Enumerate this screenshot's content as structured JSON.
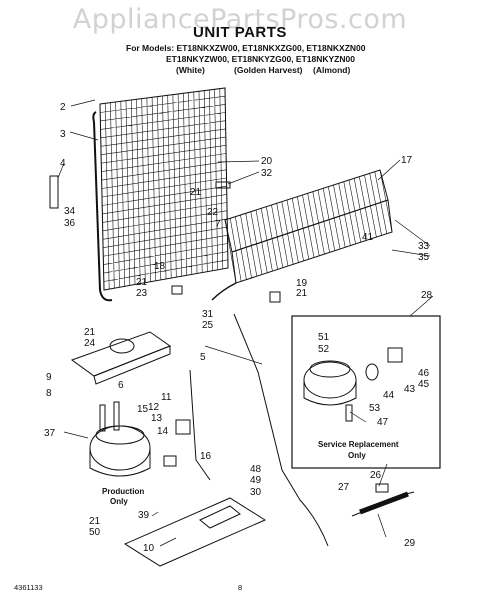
{
  "watermark": "AppliancePartsPros.com",
  "title": "UNIT PARTS",
  "models": {
    "line1": "For Models: ET18NKXZW00, ET18NKXZG00, ET18NKXZN00",
    "line2": "ET18NKYZW00, ET18NKYZG00, ET18NKYZN00",
    "color_white": "(White)",
    "color_golden": "(Golden Harvest)",
    "color_almond": "(Almond)"
  },
  "captions": {
    "service_replacement_line1": "Service Replacement",
    "service_replacement_line2": "Only",
    "production_line1": "Production",
    "production_line2": "Only"
  },
  "footer": {
    "code": "4361133",
    "page": "8"
  },
  "callouts": {
    "c2": "2",
    "c3": "3",
    "c4": "4",
    "c34": "34",
    "c36": "36",
    "c20": "20",
    "c32": "32",
    "c21a": "21",
    "c17": "17",
    "c22": "22",
    "c7": "7",
    "c41": "41",
    "c33": "33",
    "c35": "35",
    "c18": "18",
    "c21b": "21",
    "c23": "23",
    "c19": "19",
    "c21c": "21",
    "c28": "28",
    "c31": "31",
    "c25": "25",
    "c21d": "21",
    "c24": "24",
    "c9": "9",
    "c8": "8",
    "c51": "51",
    "c52": "52",
    "c46": "46",
    "c45": "45",
    "c43": "43",
    "c44": "44",
    "c53": "53",
    "c47": "47",
    "c5": "5",
    "c6": "6",
    "c11": "11",
    "c12": "12",
    "c13": "13",
    "c15": "15",
    "c14": "14",
    "c37": "37",
    "c16": "16",
    "c26": "26",
    "c27": "27",
    "c29": "29",
    "c48": "48",
    "c49": "49",
    "c30": "30",
    "c39": "39",
    "c21e": "21",
    "c50": "50",
    "c10": "10"
  }
}
